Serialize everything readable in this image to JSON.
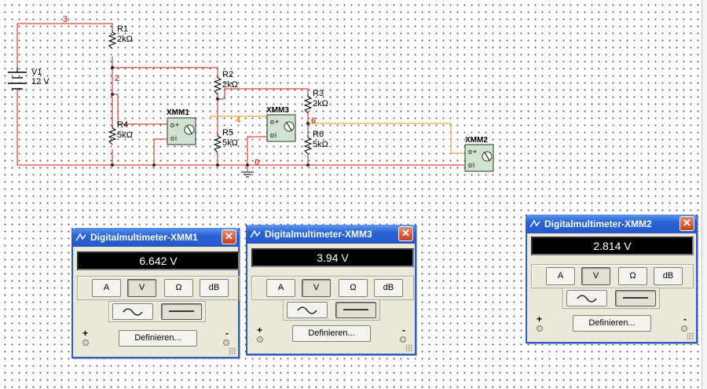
{
  "schematic": {
    "source": {
      "name": "V1",
      "value": "12 V"
    },
    "resistors": [
      {
        "name": "R1",
        "value": "2kΩ"
      },
      {
        "name": "R2",
        "value": "2kΩ"
      },
      {
        "name": "R3",
        "value": "2kΩ"
      },
      {
        "name": "R4",
        "value": "5kΩ"
      },
      {
        "name": "R5",
        "value": "5kΩ"
      },
      {
        "name": "R6",
        "value": "5kΩ"
      }
    ],
    "meters": [
      "XMM1",
      "XMM3",
      "XMM2"
    ],
    "nodes": [
      "3",
      "2",
      "4",
      "6",
      "0"
    ],
    "colors": {
      "wire": "#e0443a",
      "probe_wire": "#f2a63a",
      "node_label_red": "#e0443a",
      "node_label_orange": "#e6902a",
      "meter_body": "#cfe3cf"
    }
  },
  "dialogs": [
    {
      "title": "Digitalmultimeter-XMM1",
      "reading": "6.642 V",
      "buttons": [
        "A",
        "V",
        "Ω",
        "dB"
      ],
      "selected": "V",
      "define_label": "Definieren...",
      "plus": "+",
      "minus": "-",
      "mode": "dc"
    },
    {
      "title": "Digitalmultimeter-XMM3",
      "reading": "3.94 V",
      "buttons": [
        "A",
        "V",
        "Ω",
        "dB"
      ],
      "selected": "V",
      "define_label": "Definieren...",
      "plus": "+",
      "minus": "-",
      "mode": "dc"
    },
    {
      "title": "Digitalmultimeter-XMM2",
      "reading": "2.814 V",
      "buttons": [
        "A",
        "V",
        "Ω",
        "dB"
      ],
      "selected": "V",
      "define_label": "Definieren...",
      "plus": "+",
      "minus": "-",
      "mode": "dc"
    }
  ],
  "colors": {
    "titlebar": "#2a64d6",
    "dialog_bg": "#ece9d8",
    "display_bg": "#000000",
    "close_button": "#c5411f"
  }
}
